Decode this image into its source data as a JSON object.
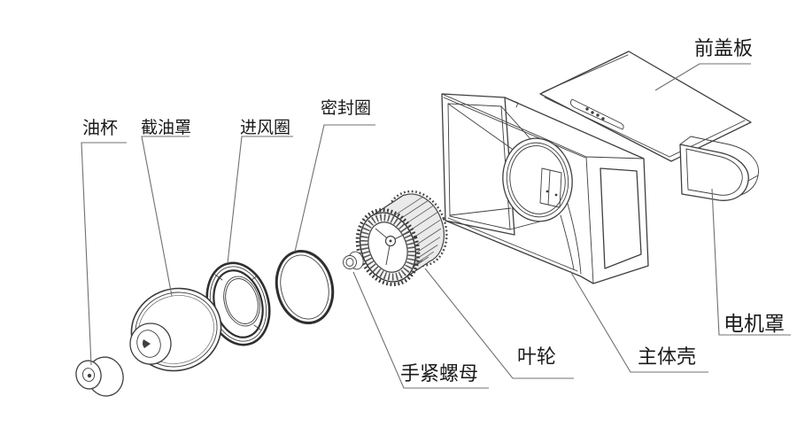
{
  "diagram": {
    "kind": "exploded-view-line-drawing",
    "background_color": "#ffffff",
    "line_color": "#3f3f3f",
    "leader_color": "#707070",
    "text_color": "#1a1a1a",
    "labels": [
      {
        "id": "oil-cup",
        "text": "油杯"
      },
      {
        "id": "oil-baffle-cover",
        "text": "截油罩"
      },
      {
        "id": "air-inlet-ring",
        "text": "进风圈"
      },
      {
        "id": "seal-ring",
        "text": "密封圈"
      },
      {
        "id": "front-cover-plate",
        "text": "前盖板"
      },
      {
        "id": "motor-cover",
        "text": "电机罩"
      },
      {
        "id": "main-body-shell",
        "text": "主体壳"
      },
      {
        "id": "impeller",
        "text": "叶轮"
      },
      {
        "id": "hand-tight-nut",
        "text": "手紧螺母"
      }
    ]
  }
}
